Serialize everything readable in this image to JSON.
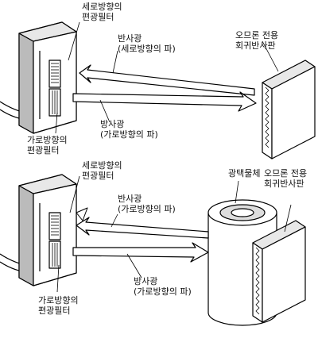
{
  "top": {
    "vertical_filter": [
      "세로방향의",
      "편광필터"
    ],
    "reflected_light": [
      "반사광",
      "(세로방향의 파)"
    ],
    "emitted_light": [
      "방사광",
      "(가로방향의 파)"
    ],
    "horizontal_filter": [
      "가로방향의",
      "편광필터"
    ],
    "reflector": [
      "오므론 전용",
      "회귀반사판"
    ]
  },
  "bottom": {
    "vertical_filter": [
      "세로방향의",
      "편광필터"
    ],
    "reflected_light": [
      "반사광",
      "(가로방향의 파)"
    ],
    "glossy_object": "광택물체",
    "reflector": [
      "오므론 전용",
      "회귀반사판"
    ],
    "emitted_light": [
      "방사광",
      "(가로방향의 파)"
    ],
    "horizontal_filter": [
      "가로방향의",
      "편광필터"
    ]
  }
}
